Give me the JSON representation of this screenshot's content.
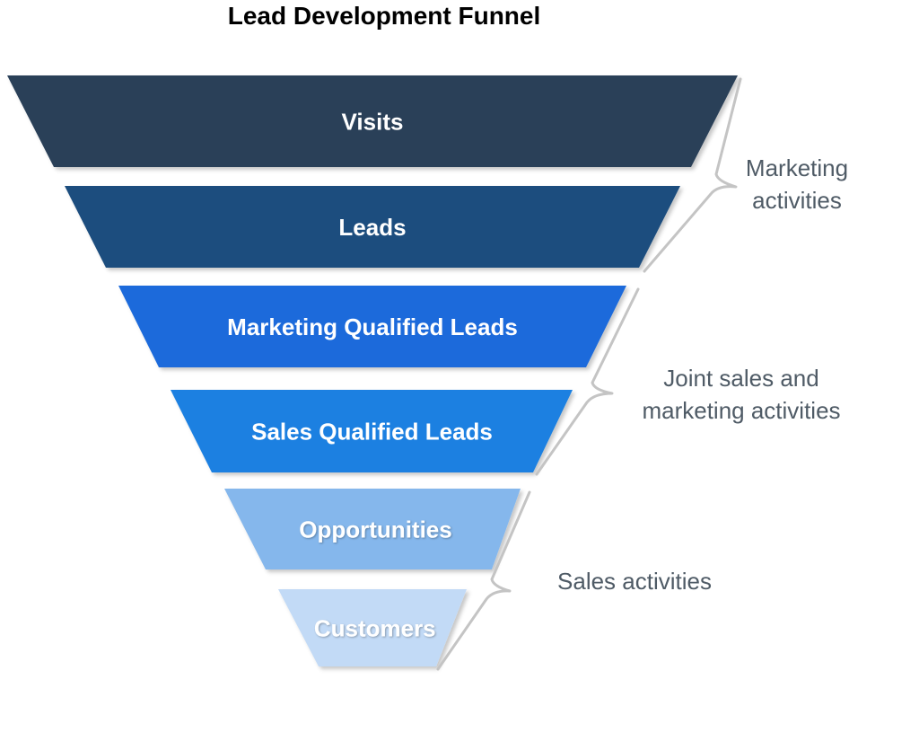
{
  "title": "Lead Development Funnel",
  "stages": [
    {
      "label": "Visits",
      "color": "#2a4159",
      "text_color": "#ffffff"
    },
    {
      "label": "Leads",
      "color": "#1a4d7e",
      "text_color": "#ffffff"
    },
    {
      "label": "Marketing Qualified Leads",
      "color": "#1a6bdb",
      "text_color": "#ffffff"
    },
    {
      "label": "Sales Qualified Leads",
      "color": "#1a80e1",
      "text_color": "#ffffff"
    },
    {
      "label": "Opportunities",
      "color": "#85b7ec",
      "text_color": "#ffffff"
    },
    {
      "label": "Customers",
      "color": "#c2daf6",
      "text_color": "#ffffff"
    }
  ],
  "groups": [
    {
      "label_lines": [
        "Marketing",
        "activities"
      ]
    },
    {
      "label_lines": [
        "Joint sales and",
        "marketing activities"
      ]
    },
    {
      "label_lines": [
        "Sales activities"
      ]
    }
  ],
  "colors": {
    "bracket": "#c4c4c4",
    "group_text": "#4f5b66"
  }
}
